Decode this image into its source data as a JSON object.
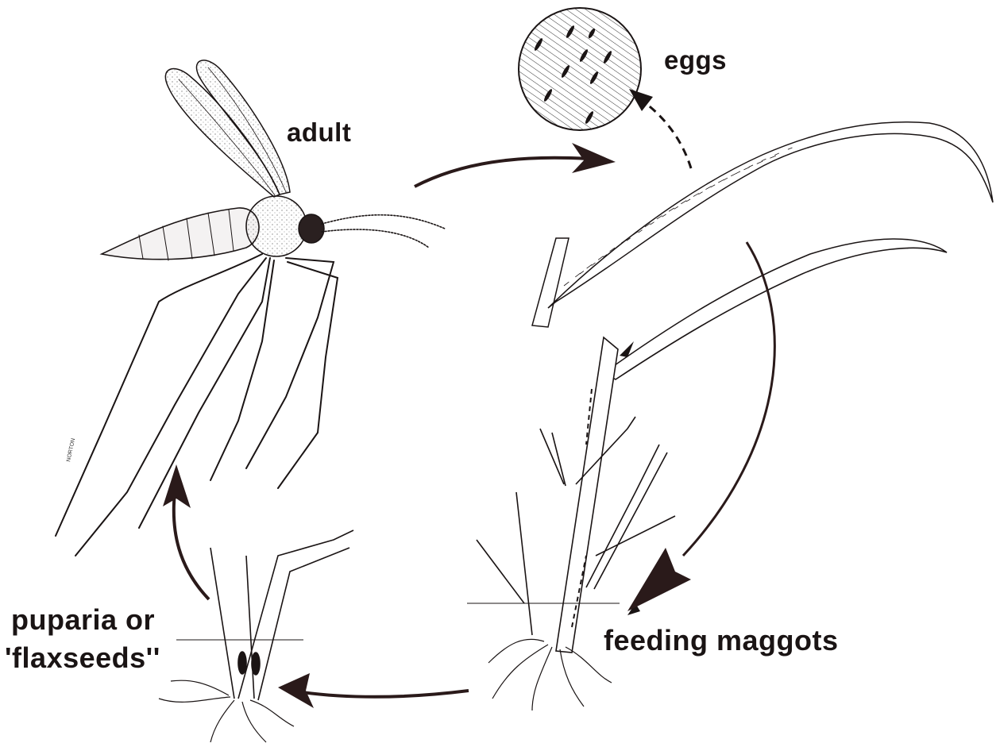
{
  "labels": {
    "adult": "adult",
    "eggs": "eggs",
    "feeding_maggots": "feeding maggots",
    "puparia_line1": "puparia or",
    "puparia_line2": "'flaxseeds''"
  },
  "signature": "NORTON",
  "colors": {
    "ink": "#1a1414",
    "arrow": "#2a1a1a",
    "background": "#ffffff"
  }
}
